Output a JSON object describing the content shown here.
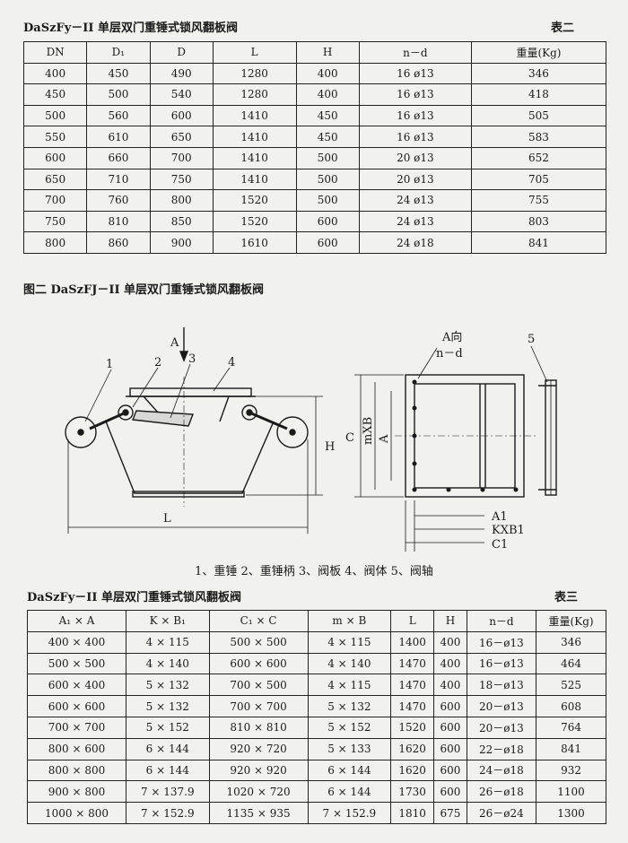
{
  "table2": {
    "caption": "DaSzFy－II  单层双门重锤式锁风翻板阀",
    "label": "表二",
    "headers": [
      "DN",
      "D₁",
      "D",
      "L",
      "H",
      "n－d",
      "重量(Kg)"
    ],
    "rows": [
      [
        "400",
        "450",
        "490",
        "1280",
        "400",
        "16   ø13",
        "346"
      ],
      [
        "450",
        "500",
        "540",
        "1280",
        "400",
        "16   ø13",
        "418"
      ],
      [
        "500",
        "560",
        "600",
        "1410",
        "450",
        "16   ø13",
        "505"
      ],
      [
        "550",
        "610",
        "650",
        "1410",
        "450",
        "16   ø13",
        "583"
      ],
      [
        "600",
        "660",
        "700",
        "1410",
        "500",
        "20   ø13",
        "652"
      ],
      [
        "650",
        "710",
        "750",
        "1410",
        "500",
        "20   ø13",
        "705"
      ],
      [
        "700",
        "760",
        "800",
        "1520",
        "500",
        "24   ø13",
        "755"
      ],
      [
        "750",
        "810",
        "850",
        "1520",
        "600",
        "24   ø13",
        "803"
      ],
      [
        "800",
        "860",
        "900",
        "1610",
        "600",
        "24   ø18",
        "841"
      ]
    ]
  },
  "figure2": {
    "caption": "图二   DaSzFJ－II  单层双门重锤式锁风翻板阀",
    "labels": {
      "A_arrow": "A",
      "n1": "1",
      "n2": "2",
      "n3": "3",
      "n4": "4",
      "n5": "5",
      "H": "H",
      "L": "L",
      "A_view": "A向",
      "nd": "n－d",
      "C": "C",
      "mXB": "mXB",
      "A": "A",
      "A1": "A1",
      "KXB1": "KXB1",
      "C1": "C1"
    },
    "legend": "1、重锤  2、重锤柄  3、阀板  4、阀体  5、阀轴"
  },
  "table3": {
    "caption": "DaSzFy－II  单层双门重锤式锁风翻板阀",
    "label": "表三",
    "headers": [
      "A₁ × A",
      "K × B₁",
      "C₁ × C",
      "m × B",
      "L",
      "H",
      "n－d",
      "重量(Kg)"
    ],
    "rows": [
      [
        "400 × 400",
        "4 × 115",
        "500 × 500",
        "4 × 115",
        "1400",
        "400",
        "16－ø13",
        "346"
      ],
      [
        "500 × 500",
        "4 × 140",
        "600 × 600",
        "4 × 140",
        "1470",
        "400",
        "16－ø13",
        "464"
      ],
      [
        "600 × 400",
        "5 × 132",
        "700 × 500",
        "4 × 115",
        "1470",
        "400",
        "18－ø13",
        "525"
      ],
      [
        "600 × 600",
        "5 × 132",
        "700 × 700",
        "5 × 132",
        "1470",
        "600",
        "20－ø13",
        "608"
      ],
      [
        "700 × 700",
        "5 × 152",
        "810 × 810",
        "5 × 152",
        "1520",
        "600",
        "20－ø13",
        "764"
      ],
      [
        "800 × 600",
        "6 × 144",
        "920 × 720",
        "5 × 133",
        "1620",
        "600",
        "22－ø18",
        "841"
      ],
      [
        "800 × 800",
        "6 × 144",
        "920 × 920",
        "6 × 144",
        "1620",
        "600",
        "24－ø18",
        "932"
      ],
      [
        "900 × 800",
        "7 × 137.9",
        "1020 × 720",
        "6 × 144",
        "1730",
        "600",
        "26－ø18",
        "1100"
      ],
      [
        "1000 × 800",
        "7 × 152.9",
        "1135 × 935",
        "7 × 152.9",
        "1810",
        "675",
        "26－ø24",
        "1300"
      ]
    ]
  }
}
